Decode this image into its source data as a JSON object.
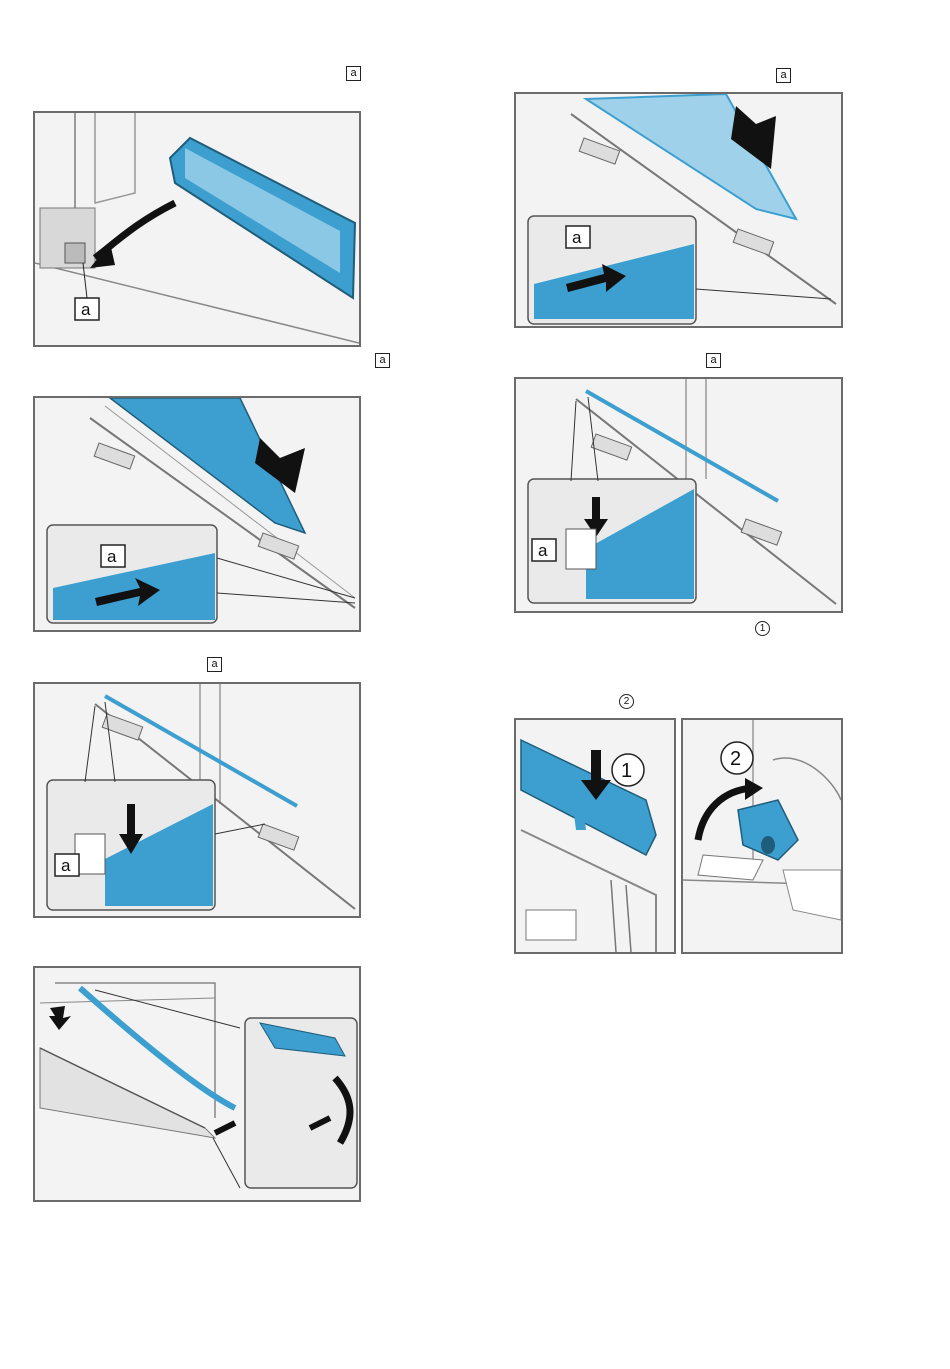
{
  "markers": {
    "fig1": "a",
    "fig2": "a",
    "fig3": "a",
    "fig_r1": "a",
    "fig_r2": "a",
    "step1": "1",
    "step2": "2"
  },
  "figures": {
    "fig1_callout": "a",
    "fig2_callout": "a",
    "fig3_callout": "a",
    "fig_r1_callout": "a",
    "fig_r2_callout": "a",
    "step_r3a": "1",
    "step_r3b": "2"
  },
  "colors": {
    "part_blue": "#3d9fcf",
    "part_blue_light": "#9fd2ea",
    "frame_grey": "#6b6b6b",
    "bg_grey": "#f3f3f3"
  }
}
